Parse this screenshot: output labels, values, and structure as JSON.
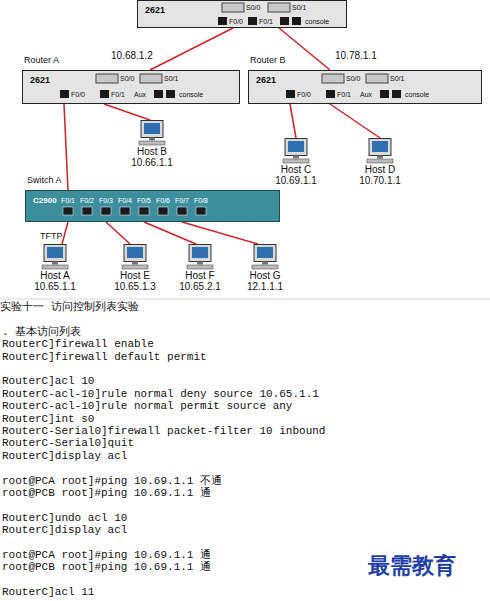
{
  "diagram": {
    "nodes": [
      {
        "text": [
          "2621"
        ]
      },
      {
        "text": [
          "Router A",
          "2621"
        ]
      },
      {
        "text": [
          "Host B",
          "10.66.1.1"
        ]
      },
      {
        "text": [
          "Router B",
          "2621"
        ]
      },
      {
        "text": [
          "Host C",
          "10.69.1.1"
        ]
      },
      {
        "text": [
          "Host D",
          "10.70.1.1"
        ]
      },
      {
        "text": [
          "Switch A",
          "C2900"
        ]
      },
      {
        "text": [
          "Host A",
          "10.65.1.1"
        ]
      },
      {
        "text": [
          "Host E",
          "10.65.1.3"
        ]
      },
      {
        "text": [
          "Host F",
          "10.65.2.1"
        ]
      },
      {
        "text": [
          "Host G",
          "12.1.1.1"
        ]
      }
    ],
    "edges": [
      {
        "from": 0,
        "to": 1,
        "label": "10.68.1.2",
        "arrow": "none"
      },
      {
        "from": 0,
        "to": 3,
        "label": "10.78.1.1",
        "arrow": "none"
      },
      {
        "from": 1,
        "to": 6,
        "arrow": "none"
      },
      {
        "from": 1,
        "to": 2,
        "arrow": "none"
      },
      {
        "from": 3,
        "to": 4,
        "arrow": "none"
      },
      {
        "from": 3,
        "to": 5,
        "arrow": "none"
      },
      {
        "from": 6,
        "to": 7,
        "arrow": "none"
      },
      {
        "from": 6,
        "to": 8,
        "arrow": "none"
      },
      {
        "from": 6,
        "to": 9,
        "arrow": "none"
      },
      {
        "from": 6,
        "to": 10,
        "arrow": "none"
      }
    ],
    "labels": [
      "S0/0",
      "S0/1",
      "F0/0",
      "F0/1",
      "console",
      "S0/0",
      "S0/1",
      "F0/0",
      "F0/1",
      "Aux",
      "console",
      "S0/0",
      "S0/1",
      "F0/0",
      "F0/1",
      "Aux",
      "console",
      "F0/1",
      "F0/2",
      "F0/3",
      "F0/4",
      "F0/5",
      "F0/6",
      "F0/7",
      "F0/8",
      "TFTP",
      "实验十一  访问控制列表实验",
      ". 基本访问列表",
      "RouterC]firewall enable",
      "RouterC]firewall default permit",
      "RouterC]acl 10",
      "RouterC-acl-10]rule normal deny source 10.65.1.1",
      "RouterC-acl-10]rule normal permit source any",
      "RouterC]int s0",
      "RouterC-Serial0]firewall packet-filter 10 inbound",
      "RouterC-Serial0]quit",
      "RouterC]display acl",
      "root@PCA root]#ping 10.69.1.1 不通",
      "root@PCB root]#ping 10.69.1.1 通",
      "RouterC]undo acl 10",
      "RouterC]display acl",
      "root@PCA root]#ping 10.69.1.1 通",
      "root@PCB root]#ping 10.69.1.1 通",
      "RouterC]acl 11",
      "最需教育"
    ]
  }
}
